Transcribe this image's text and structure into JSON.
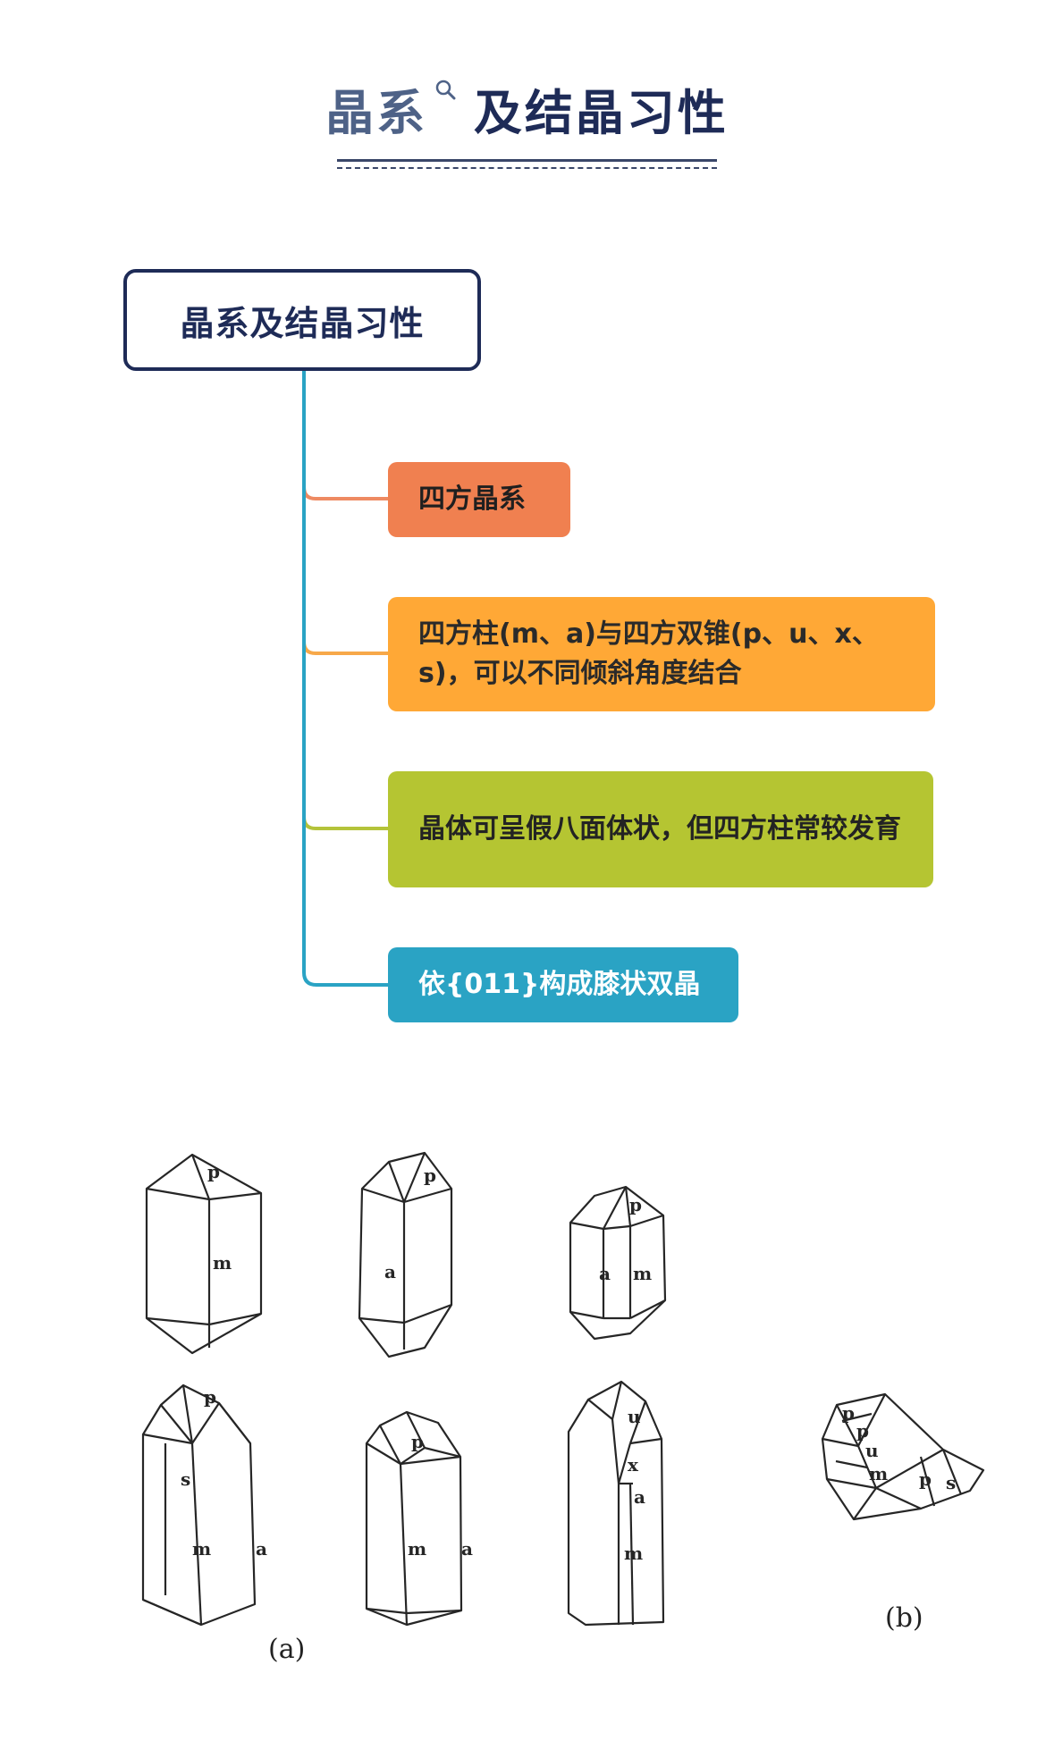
{
  "header": {
    "title_part1": "晶系",
    "title_part2": "及结晶习性"
  },
  "mindmap": {
    "root": "晶系及结晶习性",
    "children": [
      {
        "label": "四方晶系",
        "color": "#f08050",
        "line_color": "#ee8a62"
      },
      {
        "label": "四方柱(m、a)与四方双锥(p、u、x、s)，可以不同倾斜角度结合",
        "color": "#ffa836",
        "line_color": "#f7a849"
      },
      {
        "label": "晶体可呈假八面体状，但四方柱常较发育",
        "color": "#b5c532",
        "line_color": "#b4c33a"
      },
      {
        "label": "依{011}构成膝状双晶",
        "color": "#2aa3c4",
        "line_color": "#2aa3c4"
      }
    ],
    "trunk_color": "#2aa3c4"
  },
  "figure": {
    "label_a": "(a)",
    "label_b": "(b)",
    "face_marks": {
      "c1_p": "p",
      "c1_m": "m",
      "c2_p": "p",
      "c2_a": "a",
      "c3_p": "p",
      "c3_a": "a",
      "c3_m": "m",
      "c4_p": "p",
      "c4_s": "s",
      "c4_m": "m",
      "c4_a": "a",
      "c5_p": "p",
      "c5_m": "m",
      "c5_a": "a",
      "c6_u": "u",
      "c6_x": "x",
      "c6_a": "a",
      "c6_m": "m",
      "c7_p1": "p",
      "c7_p2": "p",
      "c7_u": "u",
      "c7_m": "m",
      "c7_p3": "p",
      "c7_s": "s"
    }
  }
}
